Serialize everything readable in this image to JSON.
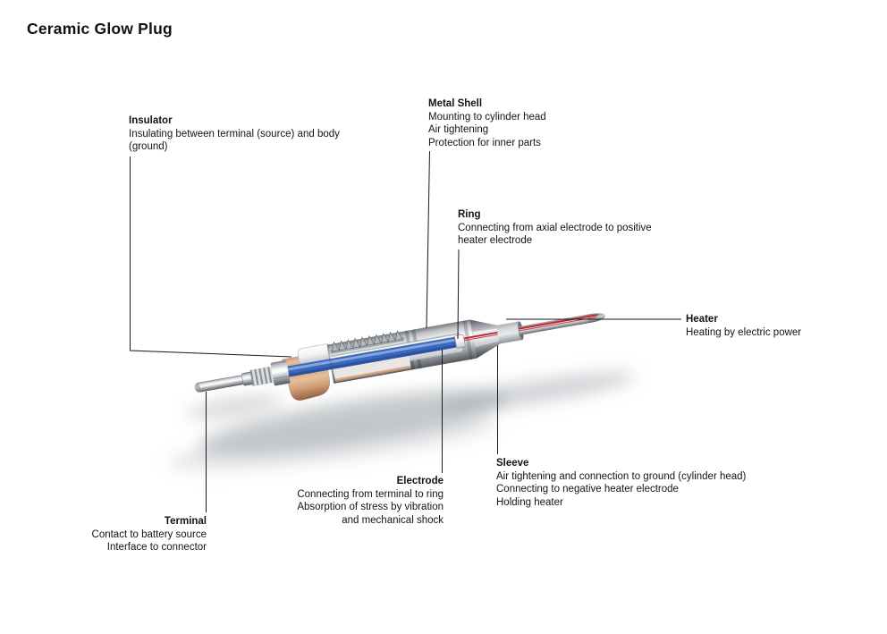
{
  "page": {
    "title": "Ceramic Glow Plug"
  },
  "labels": {
    "insulator": {
      "name": "Insulator",
      "lines": [
        "Insulating between terminal (source) and body",
        "(ground)"
      ]
    },
    "metal_shell": {
      "name": "Metal Shell",
      "lines": [
        "Mounting to cylinder head",
        "Air tightening",
        "Protection for inner parts"
      ]
    },
    "ring": {
      "name": "Ring",
      "lines": [
        "Connecting from axial electrode to positive",
        "heater electrode"
      ]
    },
    "heater": {
      "name": "Heater",
      "lines": [
        "Heating by electric power"
      ]
    },
    "sleeve": {
      "name": "Sleeve",
      "lines": [
        "Air tightening and connection to ground (cylinder head)",
        "Connecting to negative heater electrode",
        "Holding heater"
      ]
    },
    "electrode": {
      "name": "Electrode",
      "lines": [
        "Connecting from terminal to ring",
        "Absorption of stress by vibration",
        "and mechanical shock"
      ]
    },
    "terminal": {
      "name": "Terminal",
      "lines": [
        "Contact to battery source",
        "Interface to connector"
      ]
    }
  },
  "colors": {
    "background": "#ffffff",
    "leader_line": "#1a1a1a",
    "electrode_blue": "#3a68bf",
    "heater_red": "#c0272d",
    "insulator_tan": "#d3a27d",
    "metal_gray": "#c6cacd"
  }
}
